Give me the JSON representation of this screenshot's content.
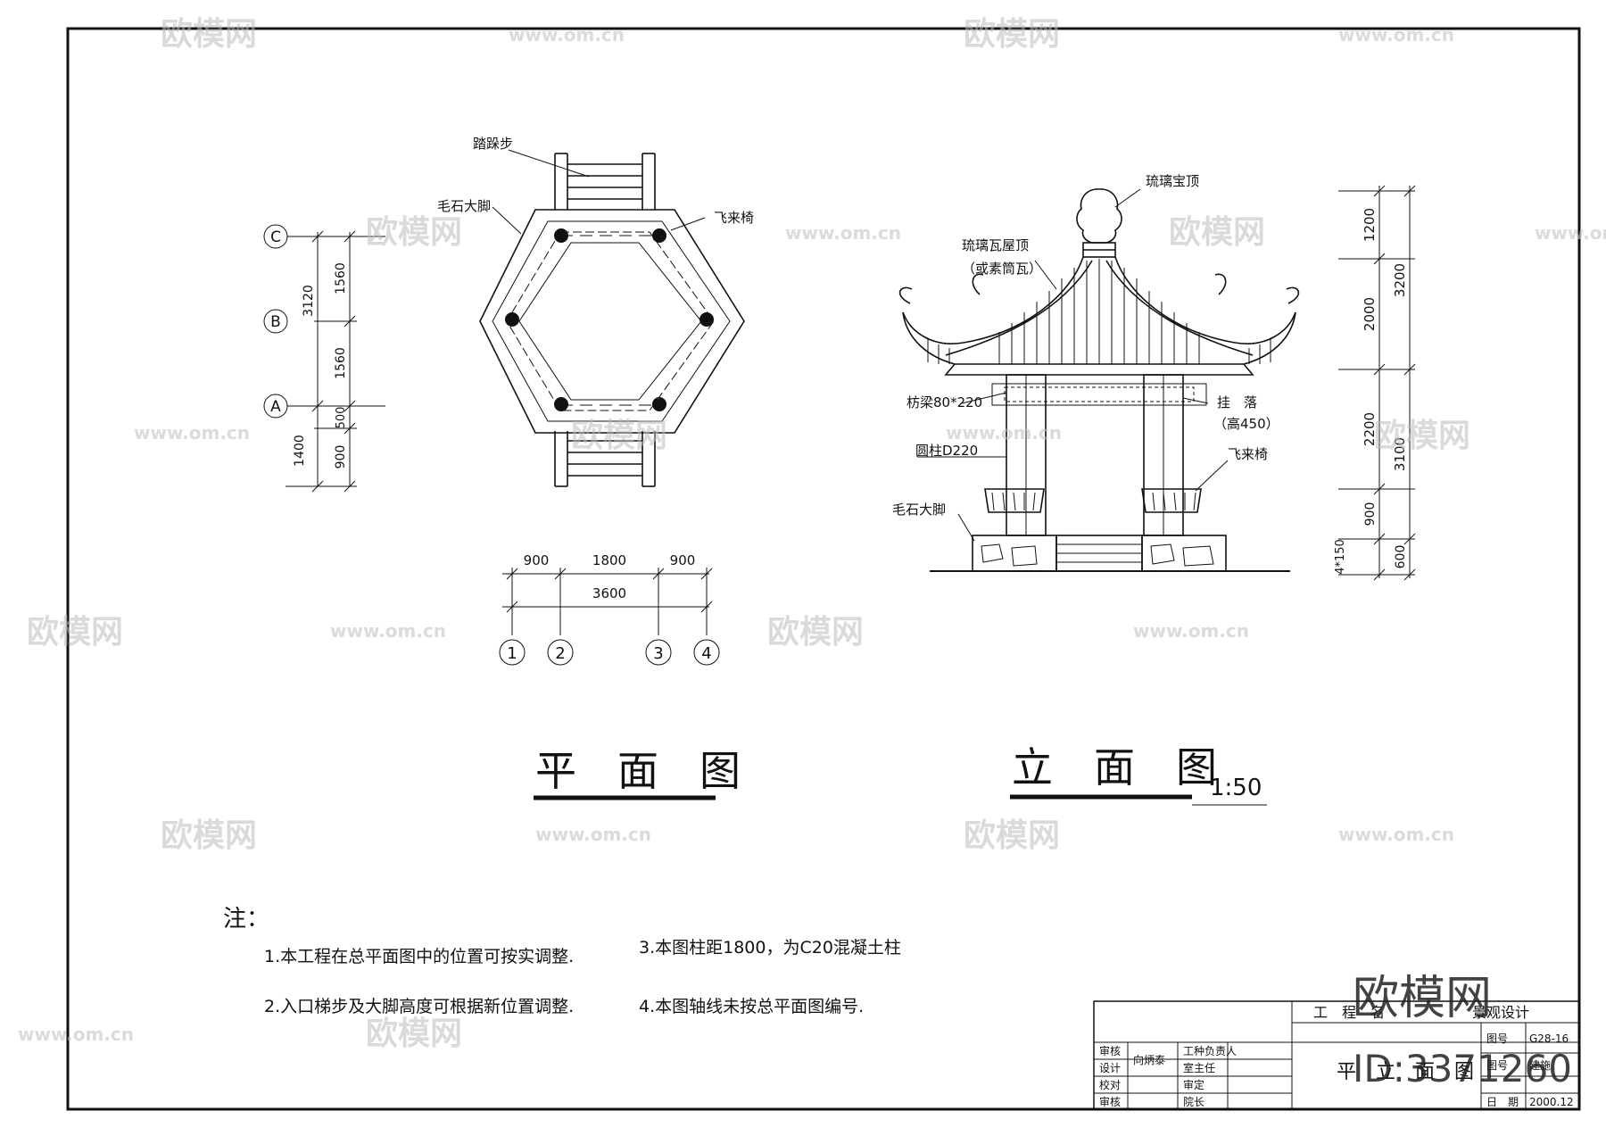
{
  "plan": {
    "title": "平　面　图",
    "labels": {
      "step": "踏跺步",
      "base": "毛石大脚",
      "bench": "飞来椅"
    },
    "axes_rows": [
      "C",
      "B",
      "A"
    ],
    "axes_cols": [
      "1",
      "2",
      "3",
      "4"
    ],
    "dims_vertical": [
      "1560",
      "1560",
      "3120",
      "500",
      "900",
      "1400"
    ],
    "dims_horizontal": [
      "900",
      "1800",
      "900",
      "3600"
    ]
  },
  "elevation": {
    "title": "立　面　图",
    "scale": "1:50",
    "labels": {
      "top": "琉璃宝顶",
      "roof_line1": "琉璃瓦屋顶",
      "roof_line2": "（或素筒瓦）",
      "beam": "枋梁80*220",
      "hanging_line1": "挂　落",
      "hanging_line2": "（高450）",
      "column": "圆柱D220",
      "bench": "飞来椅",
      "base": "毛石大脚"
    },
    "dims": [
      "1200",
      "2000",
      "3200",
      "2200",
      "3100",
      "900",
      "4*150",
      "600"
    ]
  },
  "notes": {
    "heading": "注：",
    "items": [
      "1.本工程在总平面图中的位置可按实调整.",
      "2.入口梯步及大脚高度可根据新位置调整.",
      "3.本图柱距1800，为C20混凝土柱",
      "4.本图轴线未按总平面图编号."
    ]
  },
  "title_block": {
    "project": "工　程　名",
    "project_value": "景观设计",
    "drawing_name": "平　立　面　图",
    "rows": [
      "审核",
      "设计",
      "校对",
      "审核"
    ],
    "row_names": [
      "向炳泰",
      "",
      "",
      ""
    ],
    "roles": [
      "工种负责人",
      "室主任",
      "审定",
      "院长"
    ],
    "code_label": "图号",
    "code_value": "G28-16",
    "ref_label": "图号",
    "ref_value": "建施",
    "date_label": "日　期",
    "date_value": "2000.12"
  },
  "watermark": {
    "brand": "欧模网",
    "url": "www.om.cn",
    "id": "ID:3371260"
  }
}
